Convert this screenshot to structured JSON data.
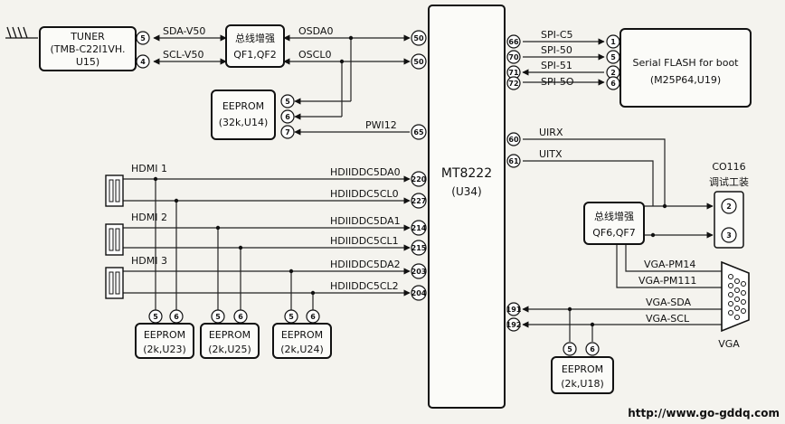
{
  "tuner": {
    "title": "TUNER",
    "line2": "(TMB-C22I1VH.",
    "line3": "U15)",
    "pin_sda": "5",
    "pin_scl": "4"
  },
  "bus_top": {
    "line1": "总线增强",
    "line2": "QF1,QF2"
  },
  "eeprom_u14": {
    "line1": "EEPROM",
    "line2": "(32k,U14)",
    "pins": [
      "5",
      "6",
      "7"
    ]
  },
  "signals_top": {
    "sda_v50": "SDA-V50",
    "scl_v50": "SCL-V50",
    "osda0": "OSDA0",
    "oscl0": "OSCL0",
    "pwi12": "PWI12"
  },
  "chip": {
    "name": "MT8222",
    "ref": "(U34)"
  },
  "chip_pins_left": [
    "50",
    "50",
    "65",
    "220",
    "227",
    "214",
    "215",
    "203",
    "204"
  ],
  "chip_pins_right": [
    "66",
    "70",
    "71",
    "72",
    "60",
    "61",
    "191",
    "192"
  ],
  "spi": {
    "labels": [
      "SPI-C5",
      "SPI-50",
      "SPI-51",
      "SPI-5O"
    ],
    "pins": [
      "1",
      "5",
      "2",
      "6"
    ]
  },
  "flash": {
    "line1": "Serial FLASH for boot",
    "line2": "(M25P64,U19)"
  },
  "uart": {
    "rx": "UIRX",
    "tx": "UITX"
  },
  "co116": {
    "title": "CO116",
    "subtitle": "调试工装",
    "pins": [
      "2",
      "3"
    ]
  },
  "bus_mid": {
    "line1": "总线增强",
    "line2": "QF6,QF7"
  },
  "vga": {
    "pm14": "VGA-PM14",
    "pm111": "VGA-PM111",
    "sda": "VGA-SDA",
    "scl": "VGA-SCL",
    "label": "VGA"
  },
  "hdmi": {
    "ports": [
      "HDMI 1",
      "HDMI 2",
      "HDMI 3"
    ],
    "signals": [
      "HDIIDDC5DA0",
      "HDIIDDC5CL0",
      "HDIIDDC5DA1",
      "HDIIDDC5CL1",
      "HDIIDDC5DA2",
      "HDIIDDC5CL2"
    ]
  },
  "eeprom_small": [
    {
      "line1": "EEPROM",
      "line2": "(2k,U23)",
      "pins": [
        "5",
        "6"
      ]
    },
    {
      "line1": "EEPROM",
      "line2": "(2k,U25)",
      "pins": [
        "5",
        "6"
      ]
    },
    {
      "line1": "EEPROM",
      "line2": "(2k,U24)",
      "pins": [
        "5",
        "6"
      ]
    }
  ],
  "eeprom_u18": {
    "line1": "EEPROM",
    "line2": "(2k,U18)",
    "pins": [
      "5",
      "6"
    ]
  },
  "watermark": "http://www.go-gddq.com"
}
